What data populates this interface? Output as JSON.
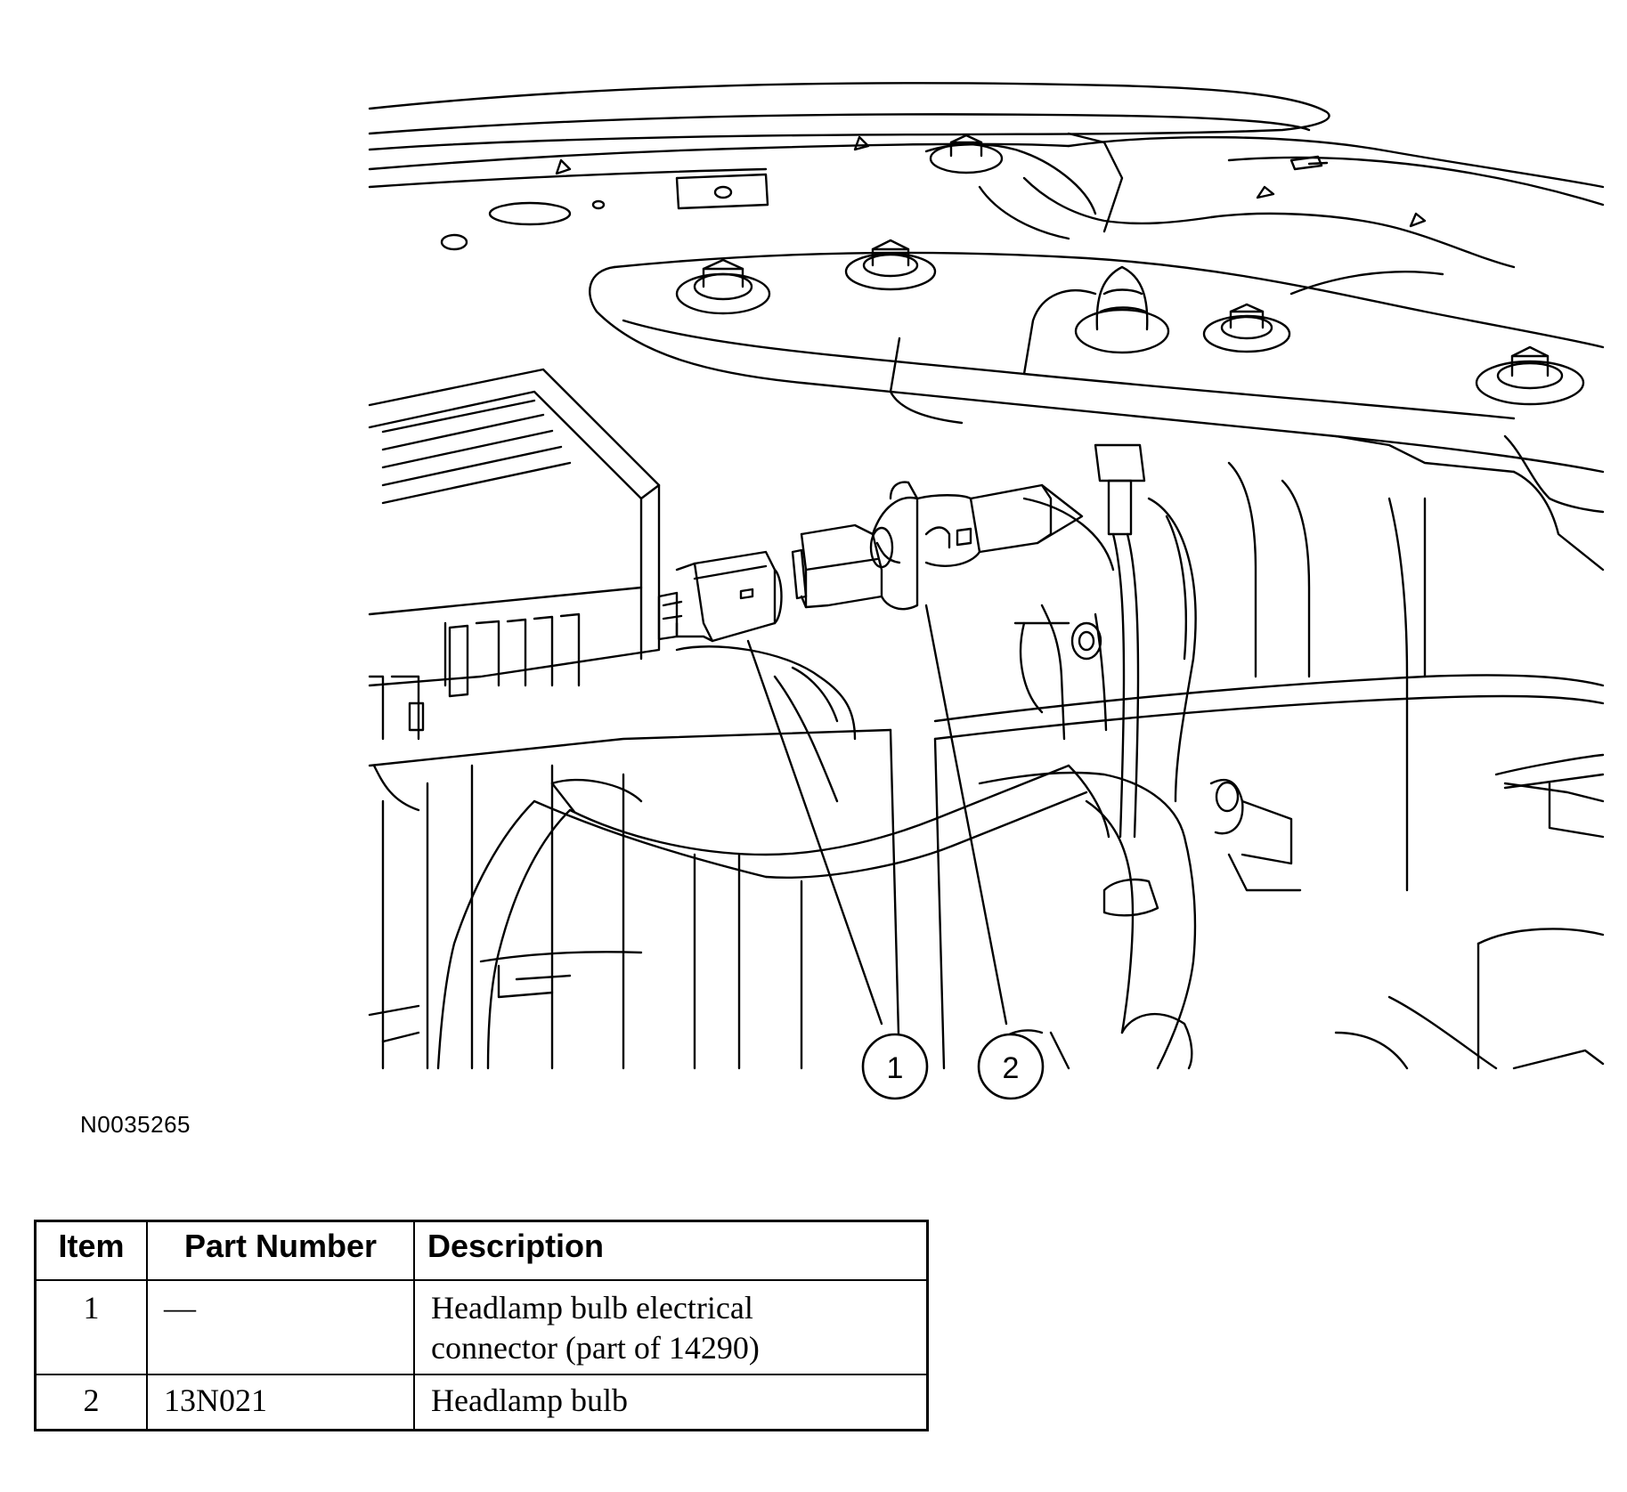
{
  "figure": {
    "id": "N0035265",
    "callouts": [
      "1",
      "2"
    ]
  },
  "table": {
    "headers": {
      "item": "Item",
      "part_number": "Part Number",
      "description": "Description"
    },
    "rows": [
      {
        "item": "1",
        "part_number": "—",
        "description_line1": "Headlamp bulb electrical",
        "description_line2": "connector (part of 14290)"
      },
      {
        "item": "2",
        "part_number": "13N021",
        "description_line1": "Headlamp bulb",
        "description_line2": ""
      }
    ]
  }
}
